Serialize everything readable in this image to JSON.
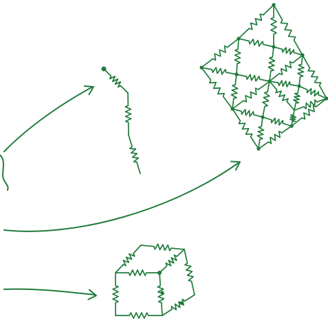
{
  "colors": {
    "ink": "#1f7a3a",
    "background": "#ffffff"
  },
  "figure": {
    "description_text": "",
    "elements": [
      {
        "name": "arrow-top",
        "kind": "arrow"
      },
      {
        "name": "arrow-middle",
        "kind": "arrow"
      },
      {
        "name": "arrow-bottom",
        "kind": "arrow"
      },
      {
        "name": "spring-chain",
        "kind": "spring-network"
      },
      {
        "name": "spring-sheet",
        "kind": "spring-network"
      },
      {
        "name": "spring-cube",
        "kind": "spring-network"
      },
      {
        "name": "left-edge-curl",
        "kind": "stroke"
      }
    ]
  }
}
